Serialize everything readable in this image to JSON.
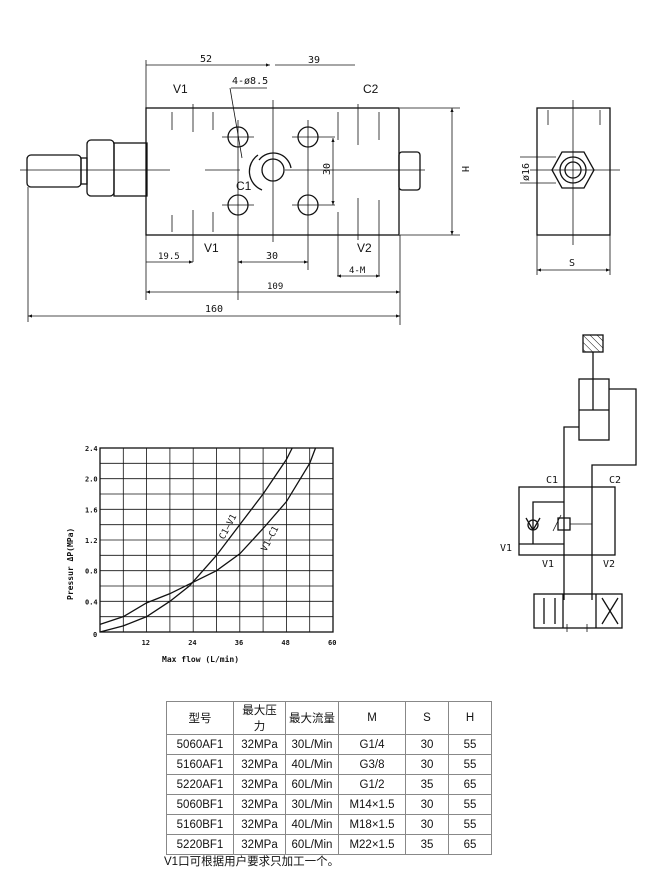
{
  "top_view": {
    "dims": {
      "d52": "52",
      "d39": "39",
      "hole": "4-ø8.5",
      "d30v": "30",
      "H": "H",
      "d19_5": "19.5",
      "d30h": "30",
      "d4M": "4-M",
      "d109": "109",
      "d160": "160"
    },
    "ports": {
      "v1_top": "V1",
      "c2": "C2",
      "c1": "C1",
      "v1_bottom": "V1",
      "v2": "V2"
    }
  },
  "side_view": {
    "dia": "ø16",
    "S": "S"
  },
  "circuit": {
    "c1": "C1",
    "c2": "C2",
    "v1_left": "V1",
    "v1": "V1",
    "v2": "V2"
  },
  "chart_data": {
    "type": "line",
    "xlabel": "Max  flow (L/min)",
    "ylabel": "Pressur  ΔP(MPa)",
    "xlim": [
      0,
      60
    ],
    "ylim": [
      0,
      2.4
    ],
    "xticks": [
      "0",
      "12",
      "24",
      "36",
      "48",
      "60"
    ],
    "yticks": [
      "0.4",
      "0.8",
      "1.2",
      "1.6",
      "2.0",
      "2.4"
    ],
    "grid": true,
    "series": [
      {
        "name": "C1—V1",
        "x": [
          0,
          6,
          12,
          18,
          23,
          30,
          36,
          42,
          48,
          49.5
        ],
        "y": [
          0,
          0.08,
          0.2,
          0.4,
          0.6,
          1.0,
          1.4,
          1.8,
          2.25,
          2.4
        ]
      },
      {
        "name": "V1—C1",
        "x": [
          0,
          6,
          12,
          18,
          24,
          30,
          36,
          42,
          48,
          54,
          55.5
        ],
        "y": [
          0.1,
          0.2,
          0.38,
          0.5,
          0.65,
          0.8,
          1.02,
          1.35,
          1.7,
          2.2,
          2.4
        ]
      }
    ]
  },
  "table": {
    "headers": [
      "型号",
      "最大压力",
      "最大流量",
      "M",
      "S",
      "H"
    ],
    "rows": [
      [
        "5060AF1",
        "32MPa",
        "30L/Min",
        "G1/4",
        "30",
        "55"
      ],
      [
        "5160AF1",
        "32MPa",
        "40L/Min",
        "G3/8",
        "30",
        "55"
      ],
      [
        "5220AF1",
        "32MPa",
        "60L/Min",
        "G1/2",
        "35",
        "65"
      ],
      [
        "5060BF1",
        "32MPa",
        "30L/Min",
        "M14×1.5",
        "30",
        "55"
      ],
      [
        "5160BF1",
        "32MPa",
        "40L/Min",
        "M18×1.5",
        "30",
        "55"
      ],
      [
        "5220BF1",
        "32MPa",
        "60L/Min",
        "M22×1.5",
        "35",
        "65"
      ]
    ],
    "note": "V1口可根据用户要求只加工一个。"
  }
}
